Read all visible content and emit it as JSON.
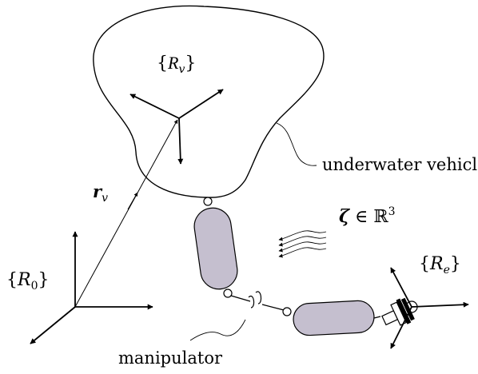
{
  "frames": {
    "vehicle": {
      "symbol": "R",
      "subscript": "v"
    },
    "inertial": {
      "symbol": "R",
      "subscript": "0"
    },
    "end_effector": {
      "symbol": "R",
      "subscript": "e"
    }
  },
  "position_vector": {
    "symbol": "r",
    "subscript": "v"
  },
  "current": {
    "symbol": "ζ",
    "relation": " ∈ ",
    "set": "ℝ",
    "exponent": "3"
  },
  "labels": {
    "vehicle": "underwater vehicle",
    "manipulator": "manipulator"
  },
  "colors": {
    "link_fill": "#c5bfcf",
    "stroke": "#000000",
    "background": "#ffffff"
  }
}
